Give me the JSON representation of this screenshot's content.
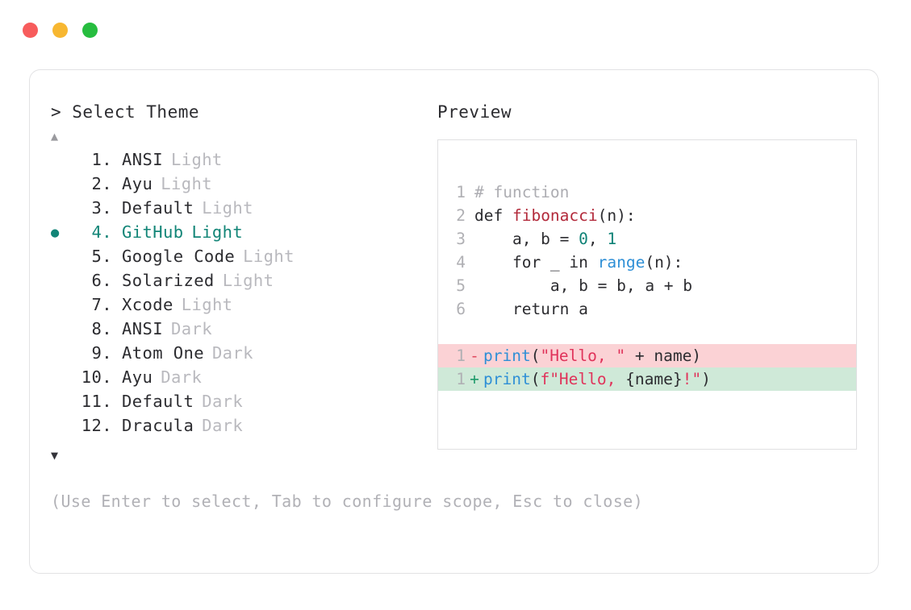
{
  "window": {
    "dots": [
      {
        "name": "close-dot",
        "color": "#f75c5c"
      },
      {
        "name": "minimize-dot",
        "color": "#f7b731"
      },
      {
        "name": "maximize-dot",
        "color": "#26bd3f"
      }
    ]
  },
  "picker": {
    "prompt": "> Select Theme",
    "scroll_up": "▲",
    "scroll_down": "▼",
    "selected_index": 4,
    "bullet_glyph": "●",
    "accent_color": "#128577",
    "hint": "(Use Enter to select, Tab to configure scope, Esc to close)",
    "items": [
      {
        "index": "1.",
        "name": "ANSI",
        "variant": "Light",
        "selected": false
      },
      {
        "index": "2.",
        "name": "Ayu",
        "variant": "Light",
        "selected": false
      },
      {
        "index": "3.",
        "name": "Default",
        "variant": "Light",
        "selected": false
      },
      {
        "index": "4.",
        "name": "GitHub",
        "variant": "Light",
        "selected": true
      },
      {
        "index": "5.",
        "name": "Google Code",
        "variant": "Light",
        "selected": false
      },
      {
        "index": "6.",
        "name": "Solarized",
        "variant": "Light",
        "selected": false
      },
      {
        "index": "7.",
        "name": "Xcode",
        "variant": "Light",
        "selected": false
      },
      {
        "index": "8.",
        "name": "ANSI",
        "variant": "Dark",
        "selected": false
      },
      {
        "index": "9.",
        "name": "Atom One",
        "variant": "Dark",
        "selected": false
      },
      {
        "index": "10.",
        "name": "Ayu",
        "variant": "Dark",
        "selected": false
      },
      {
        "index": "11.",
        "name": "Default",
        "variant": "Dark",
        "selected": false
      },
      {
        "index": "12.",
        "name": "Dracula",
        "variant": "Dark",
        "selected": false
      }
    ]
  },
  "preview": {
    "title": "Preview",
    "code_lines": [
      {
        "ln": "1",
        "tokens": [
          {
            "t": "# function",
            "c": "comment"
          }
        ]
      },
      {
        "ln": "2",
        "tokens": [
          {
            "t": "def ",
            "c": "kw"
          },
          {
            "t": "fibonacci",
            "c": "fn"
          },
          {
            "t": "(n):",
            "c": "plain"
          }
        ]
      },
      {
        "ln": "3",
        "tokens": [
          {
            "t": "    a, b = ",
            "c": "plain"
          },
          {
            "t": "0",
            "c": "num"
          },
          {
            "t": ", ",
            "c": "plain"
          },
          {
            "t": "1",
            "c": "num"
          }
        ]
      },
      {
        "ln": "4",
        "tokens": [
          {
            "t": "    for _ in ",
            "c": "plain"
          },
          {
            "t": "range",
            "c": "builtin"
          },
          {
            "t": "(n):",
            "c": "plain"
          }
        ]
      },
      {
        "ln": "5",
        "tokens": [
          {
            "t": "        a, b = b, a + b",
            "c": "plain"
          }
        ]
      },
      {
        "ln": "6",
        "tokens": [
          {
            "t": "    return a",
            "c": "plain"
          }
        ]
      }
    ],
    "diff_lines": [
      {
        "ln": "1",
        "marker": "-",
        "kind": "del",
        "tokens": [
          {
            "t": "print",
            "c": "builtin"
          },
          {
            "t": "(",
            "c": "plain"
          },
          {
            "t": "\"Hello, \"",
            "c": "str"
          },
          {
            "t": " + name)",
            "c": "plain"
          }
        ]
      },
      {
        "ln": "1",
        "marker": "+",
        "kind": "add",
        "tokens": [
          {
            "t": "print",
            "c": "builtin"
          },
          {
            "t": "(",
            "c": "plain"
          },
          {
            "t": "f\"Hello, ",
            "c": "str"
          },
          {
            "t": "{name}",
            "c": "plain"
          },
          {
            "t": "!\"",
            "c": "str"
          },
          {
            "t": ")",
            "c": "plain"
          }
        ]
      }
    ],
    "diff_del_bg": "#fbd2d5",
    "diff_add_bg": "#cfe9d8"
  }
}
